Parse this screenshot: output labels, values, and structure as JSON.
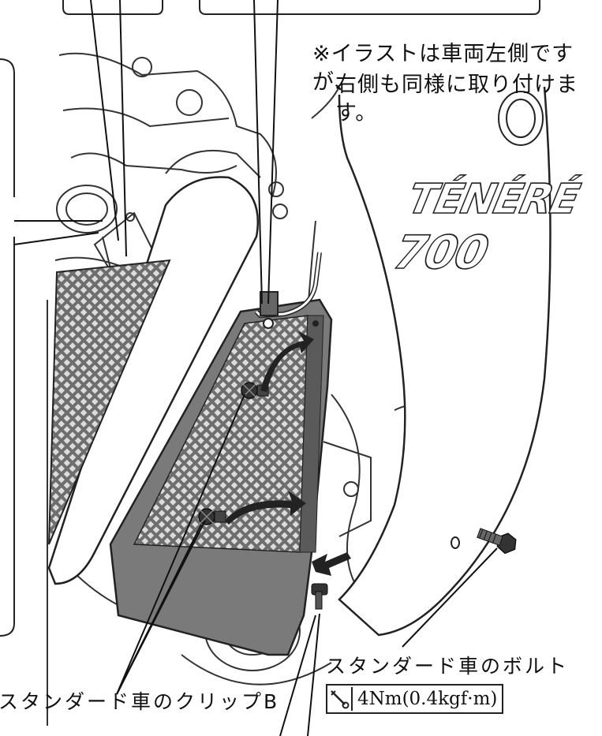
{
  "note": {
    "line1": "※イラストは車両左側ですが、",
    "line2": "右側も同様に取り付けます。"
  },
  "labels": {
    "standard_bolt": "スタンダード車のボルト",
    "standard_clip": "スタンダード車のクリップB"
  },
  "torque": {
    "icon": "torque-wrench-icon",
    "value": "4Nm(0.4kgf·m)"
  },
  "logo": {
    "text_line1": "TÉNÉRÉ",
    "text_line2": "700"
  }
}
